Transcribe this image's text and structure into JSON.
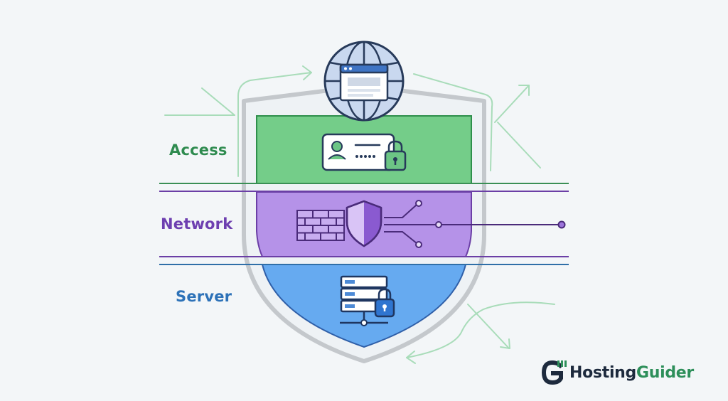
{
  "diagram": {
    "layers": [
      {
        "id": "access",
        "label": "Access"
      },
      {
        "id": "network",
        "label": "Network"
      },
      {
        "id": "server",
        "label": "Server"
      }
    ]
  },
  "brand": {
    "part1": "Hosting",
    "part2": "Guider"
  },
  "colors": {
    "background": "#f3f6f8",
    "shield_outline": "#c3c7cb",
    "access_fill": "#72cc88",
    "access_stroke": "#2f8f4c",
    "access_text": "#2e8b4f",
    "network_fill": "#b592e8",
    "network_stroke": "#6b3fa6",
    "network_text": "#6d3fb0",
    "server_fill": "#66aaf0",
    "server_stroke": "#2f5fa8",
    "server_text": "#2d72b8",
    "arrow": "#9fd9b3",
    "brand_dark": "#1d2a3d",
    "brand_accent": "#2d8f5a"
  },
  "icons": [
    "globe-icon",
    "browser-window-icon",
    "id-card-icon",
    "padlock-icon",
    "firewall-brick-icon",
    "shield-icon",
    "circuit-icon",
    "server-rack-icon"
  ]
}
